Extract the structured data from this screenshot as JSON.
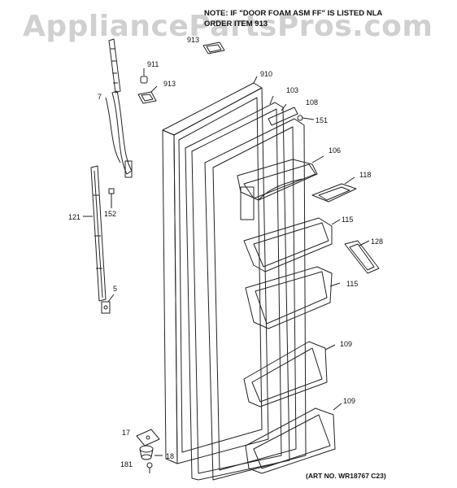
{
  "watermark": "AppliancePartsPros.com",
  "note": {
    "line1": "NOTE: IF \"DOOR FOAM ASM FF\" IS LISTED NLA",
    "line2": "ORDER ITEM 913"
  },
  "art_number": "(ART NO. WR18767 C23)",
  "callouts": {
    "p913a": "913",
    "p911": "911",
    "p913b": "913",
    "p910": "910",
    "p7": "7",
    "p103": "103",
    "p108": "108",
    "p151": "151",
    "p106": "106",
    "p118": "118",
    "p152": "152",
    "p121": "121",
    "p115a": "115",
    "p128": "128",
    "p115b": "115",
    "p5": "5",
    "p109a": "109",
    "p109b": "109",
    "p17": "17",
    "p18": "18",
    "p181": "181"
  }
}
